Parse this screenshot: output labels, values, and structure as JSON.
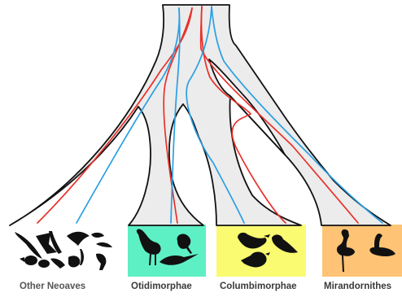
{
  "figure": {
    "description_free": true,
    "colors": {
      "species_tree_fill": "#ececec",
      "species_tree_stroke": "#111111",
      "gene_tree_red": "#e8312a",
      "gene_tree_blue": "#2a9fe3",
      "silhouette": "#111111"
    },
    "clades": [
      {
        "label": "Other Neoaves",
        "box_color": "#ffffff",
        "icon": "bird-silhouettes-group"
      },
      {
        "label": "Otidimorphae",
        "box_color": "#5ef0c5",
        "icon": "bustard-cuckoo-turaco-silhouettes"
      },
      {
        "label": "Columbimorphae",
        "box_color": "#fbfb72",
        "icon": "pigeon-sandgrouse-mesite-silhouettes"
      },
      {
        "label": "Mirandornithes",
        "box_color": "#fec374",
        "icon": "flamingo-grebe-silhouettes"
      }
    ]
  }
}
